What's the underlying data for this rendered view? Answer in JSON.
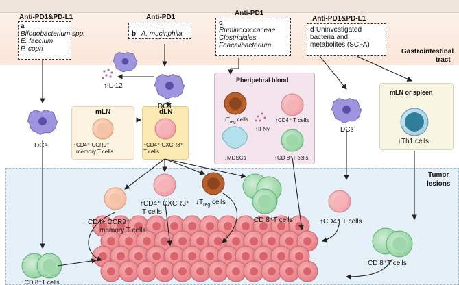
{
  "headers": {
    "a": "Anti-PD1&PD-L1",
    "b": "Anti-PD1",
    "c": "Anti-PD1",
    "d": "Anti-PD1&PD-L1"
  },
  "box_a": {
    "letter": "a",
    "lines": [
      "Bifodobacterium spp.",
      "E. faecium",
      "P. copri"
    ]
  },
  "box_b": {
    "letter": "b",
    "lines": [
      "A. mucinphila"
    ]
  },
  "box_c": {
    "letter": "c",
    "lines": [
      "Ruminococcaceae",
      "Clostridiales",
      "Feacalibacterium"
    ]
  },
  "box_d": {
    "letter": "d",
    "lines": [
      "Uninvestigated",
      "bacteria and",
      "metabolites (SCFA)"
    ]
  },
  "regions": {
    "gi_line1": "Gastrointestinal",
    "gi_line2": "tract",
    "tumor_line1": "Tumor",
    "tumor_line2": "lesions"
  },
  "labels": {
    "dcs_a": "DCs",
    "dcs_b": "DCs",
    "dcs_d": "DCs",
    "il12": "↑IL-12",
    "mln_title": "mLN",
    "mln_cells_1": "↑CD4⁺ CCR9⁺",
    "mln_cells_2": "memory T cells",
    "dln_title": "dLN",
    "dln_cells_1": "↑CD4⁺ CXCR3⁺",
    "dln_cells_2": "T cells",
    "pb_title": "Pheripehral blood",
    "pb_treg": "↓T",
    "pb_treg_sub": "reg",
    "pb_treg_tail": " cells",
    "pb_ifn": "↑IFNγ",
    "pb_cd4": "↑CD4⁺ T cells",
    "pb_mdsc": "↓MDSCs",
    "pb_cd8": "↑CD 8⁺T cells",
    "spleen_title": "mLN or spleen",
    "spleen_th1": "↑Th1 cells",
    "tum_cd8_left": "↑CD 8⁺T cells",
    "tum_ccr9_1": "↑CD4+ CCR9⁺",
    "tum_ccr9_2": "memory T cells",
    "tum_cxcr3_1": "↑CD4⁺ CXCR3⁺",
    "tum_cxcr3_2": "T cells",
    "tum_treg": "↓T",
    "tum_treg_sub": "reg",
    "tum_treg_tail": " cells",
    "tum_cd8_mid": "↑CD 8⁺T cells",
    "tum_cd4_right": "↑CD4⁺ T cells",
    "tum_cd8_right": "↑CD 8⁺T cells"
  },
  "colors": {
    "dc": "#8f86d8",
    "peach_cell": "#f7c7ab",
    "pink_cell": "#f4a3a8",
    "green_cell": "#a7dcb3",
    "treg": "#b9602a",
    "teal_cell": "#2f7f98",
    "tumor": "#ec8a8f",
    "mdsc": "#a7dce8"
  }
}
